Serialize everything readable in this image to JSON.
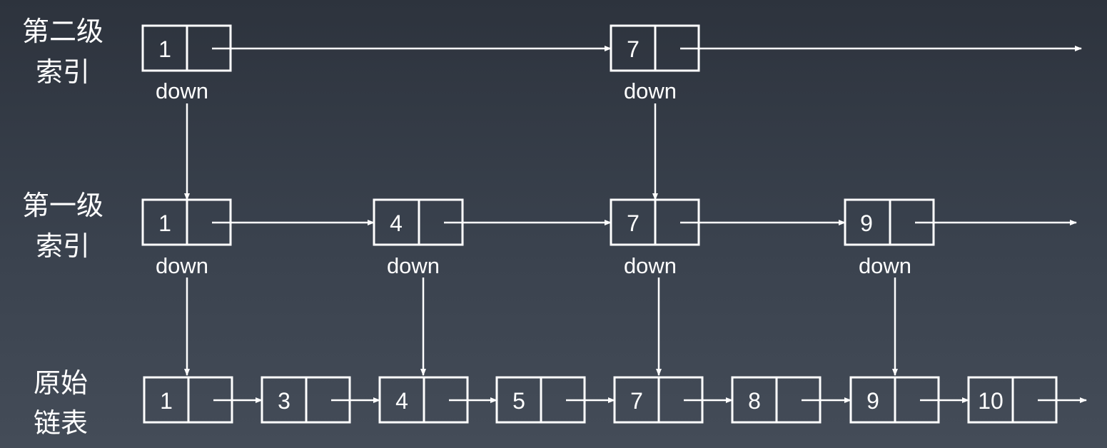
{
  "levels": [
    {
      "id": "level2",
      "label_lines": [
        "第二级",
        "索引"
      ],
      "nodes": [
        {
          "value": "1",
          "pointer_label": "down"
        },
        {
          "value": "7",
          "pointer_label": "down"
        }
      ]
    },
    {
      "id": "level1",
      "label_lines": [
        "第一级",
        "索引"
      ],
      "nodes": [
        {
          "value": "1",
          "pointer_label": "down"
        },
        {
          "value": "4",
          "pointer_label": "down"
        },
        {
          "value": "7",
          "pointer_label": "down"
        },
        {
          "value": "9",
          "pointer_label": "down"
        }
      ]
    },
    {
      "id": "base",
      "label_lines": [
        "原始",
        "链表"
      ],
      "nodes": [
        {
          "value": "1"
        },
        {
          "value": "3"
        },
        {
          "value": "4"
        },
        {
          "value": "5"
        },
        {
          "value": "7"
        },
        {
          "value": "8"
        },
        {
          "value": "9"
        },
        {
          "value": "10"
        }
      ]
    }
  ],
  "colors": {
    "background_top": "#2d333d",
    "background_bottom": "#444c58",
    "stroke": "#ffffff",
    "text": "#ffffff"
  }
}
